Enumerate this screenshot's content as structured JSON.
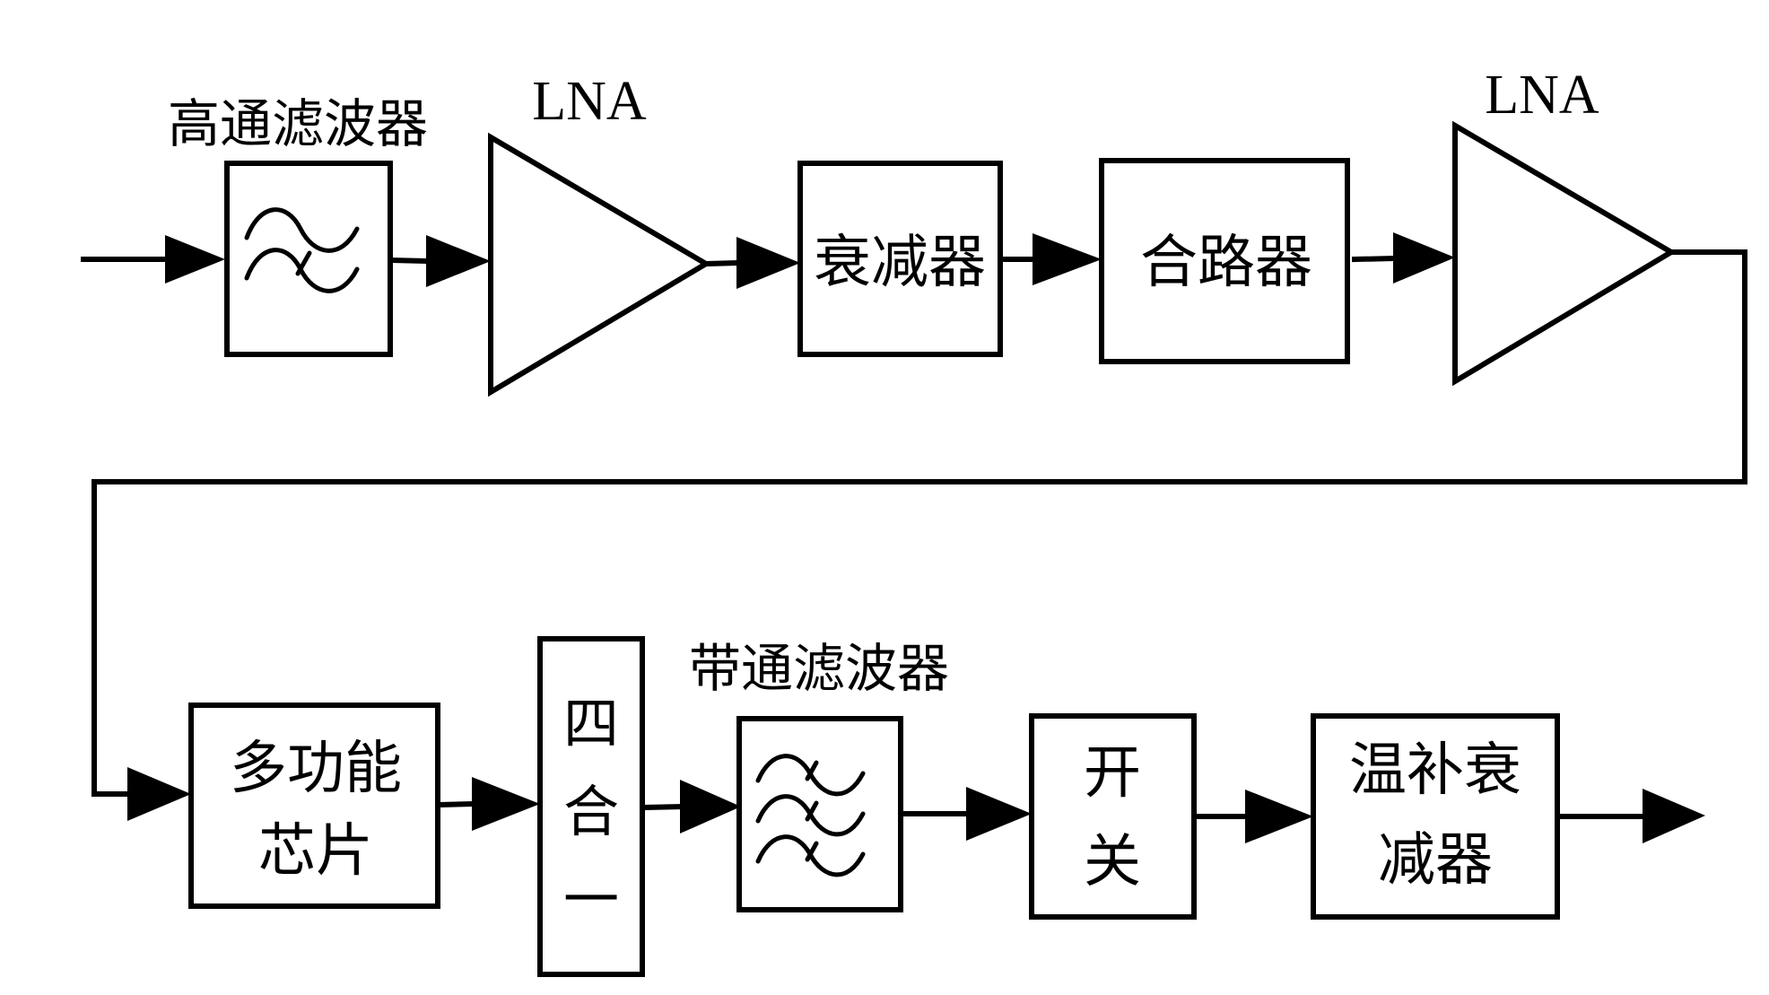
{
  "diagram": {
    "type": "rf-signal-chain-block-diagram",
    "top_row": {
      "high_pass_filter_label": "高通滤波器",
      "lna1_label": "LNA",
      "attenuator_label": "衰减器",
      "combiner_label": "合路器",
      "lna2_label": "LNA"
    },
    "bottom_row": {
      "multifunction_chip_line1": "多功能",
      "multifunction_chip_line2": "芯片",
      "four_to_one_chars": [
        "四",
        "合",
        "一"
      ],
      "band_pass_filter_label": "带通滤波器",
      "switch_line1": "开",
      "switch_line2": "关",
      "temp_comp_attenuator_line1": "温补衰",
      "temp_comp_attenuator_line2": "减器"
    },
    "signal_flow": [
      "input",
      "高通滤波器",
      "LNA",
      "衰减器",
      "合路器",
      "LNA",
      "多功能芯片",
      "四合一",
      "带通滤波器",
      "开关",
      "温补衰减器",
      "output"
    ]
  }
}
